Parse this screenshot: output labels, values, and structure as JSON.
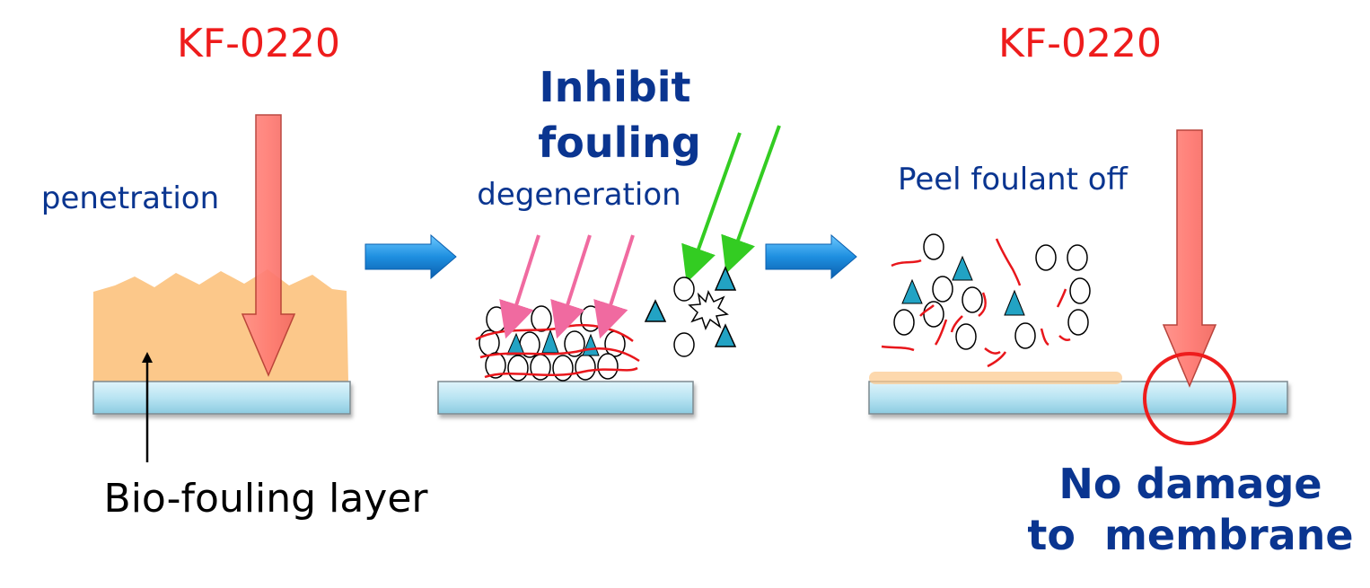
{
  "colors": {
    "title_red": "#ee1c1c",
    "label_blue": "#0a3590",
    "membrane": "#b9e4f2",
    "biofilm": "#fcc88a",
    "chemical_arrow": "#ff7b73",
    "stage_arrow": "#1e8fe0",
    "pink_arrow": "#f06aa0",
    "green_arrow": "#33cc22",
    "triangle_fill": "#22a3c4",
    "fiber_red": "#e8161b"
  },
  "panel_left": {
    "title": "KF-0220",
    "action_label": "penetration",
    "layer_label": "Bio-fouling layer"
  },
  "panel_middle": {
    "title_line1": "Inhibit",
    "title_line2": "fouling",
    "action_label": "degeneration"
  },
  "panel_right": {
    "title": "KF-0220",
    "action_label": "Peel foulant off",
    "result_line1": "No damage",
    "result_line2": "to  membrane"
  },
  "icons": {
    "stage_arrow": "right-arrow-icon",
    "chemical_arrow": "down-arrow-icon",
    "highlight": "circle-icon",
    "reaction": "starburst-icon"
  }
}
